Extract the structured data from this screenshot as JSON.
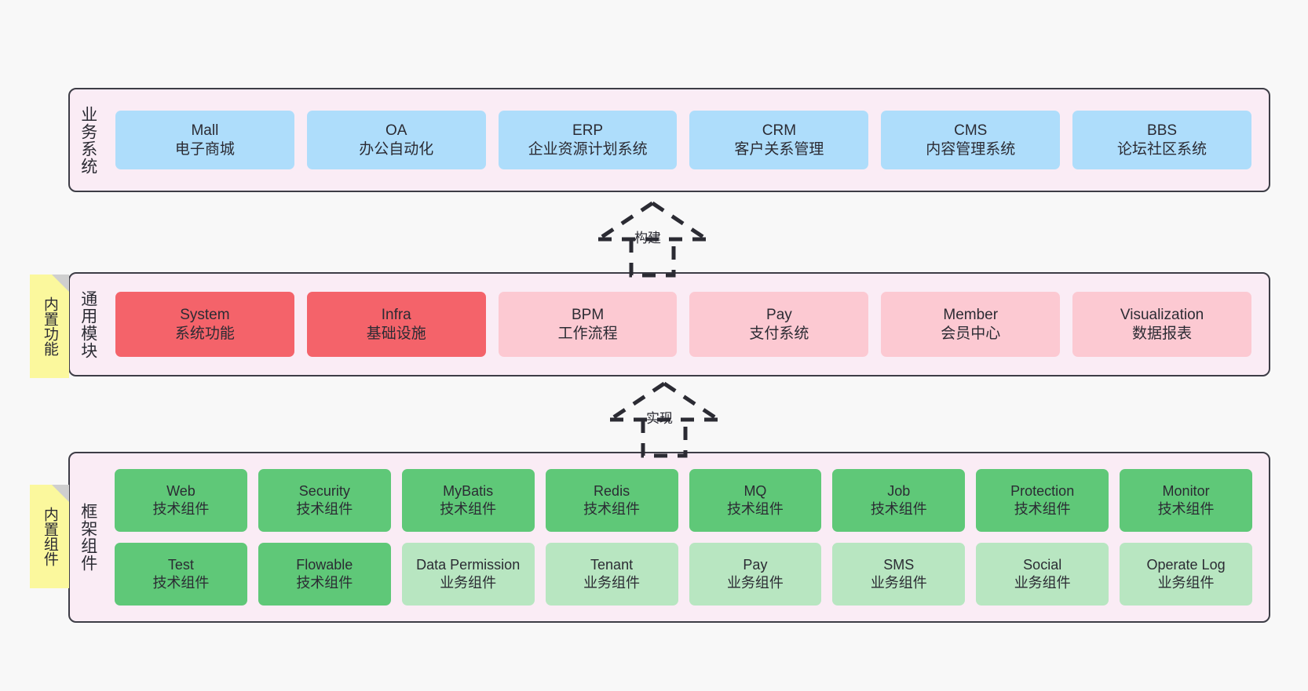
{
  "canvas": {
    "background": "#f8f8f8"
  },
  "palette": {
    "container_fill": "#faecf5",
    "container_border": "#3d3d46",
    "blue": "#aeddfb",
    "red": "#f4636a",
    "pink": "#fcc9d2",
    "green": "#5fc878",
    "light_green": "#b8e6c1",
    "sticky_yellow": "#fbf89d",
    "sticky_fold": "#cfcfcf"
  },
  "layers": [
    {
      "id": "business",
      "title": "业务系统",
      "cards": [
        {
          "name": "Mall",
          "desc": "电子商城"
        },
        {
          "name": "OA",
          "desc": "办公自动化"
        },
        {
          "name": "ERP",
          "desc": "企业资源计划系统"
        },
        {
          "name": "CRM",
          "desc": "客户关系管理"
        },
        {
          "name": "CMS",
          "desc": "内容管理系统"
        },
        {
          "name": "BBS",
          "desc": "论坛社区系统"
        }
      ]
    },
    {
      "id": "common",
      "title": "通用模块",
      "sticky": "内置功能",
      "cards": [
        {
          "name": "System",
          "desc": "系统功能",
          "style": "red"
        },
        {
          "name": "Infra",
          "desc": "基础设施",
          "style": "red"
        },
        {
          "name": "BPM",
          "desc": "工作流程",
          "style": "pink"
        },
        {
          "name": "Pay",
          "desc": "支付系统",
          "style": "pink"
        },
        {
          "name": "Member",
          "desc": "会员中心",
          "style": "pink"
        },
        {
          "name": "Visualization",
          "desc": "数据报表",
          "style": "pink"
        }
      ]
    },
    {
      "id": "framework",
      "title": "框架组件",
      "sticky": "内置组件",
      "row1": [
        {
          "name": "Web",
          "desc": "技术组件",
          "style": "green"
        },
        {
          "name": "Security",
          "desc": "技术组件",
          "style": "green"
        },
        {
          "name": "MyBatis",
          "desc": "技术组件",
          "style": "green"
        },
        {
          "name": "Redis",
          "desc": "技术组件",
          "style": "green"
        },
        {
          "name": "MQ",
          "desc": "技术组件",
          "style": "green"
        },
        {
          "name": "Job",
          "desc": "技术组件",
          "style": "green"
        },
        {
          "name": "Protection",
          "desc": "技术组件",
          "style": "green"
        },
        {
          "name": "Monitor",
          "desc": "技术组件",
          "style": "green"
        }
      ],
      "row2": [
        {
          "name": "Test",
          "desc": "技术组件",
          "style": "green"
        },
        {
          "name": "Flowable",
          "desc": "技术组件",
          "style": "green"
        },
        {
          "name": "Data Permission",
          "desc": "业务组件",
          "style": "light_green"
        },
        {
          "name": "Tenant",
          "desc": "业务组件",
          "style": "light_green"
        },
        {
          "name": "Pay",
          "desc": "业务组件",
          "style": "light_green"
        },
        {
          "name": "SMS",
          "desc": "业务组件",
          "style": "light_green"
        },
        {
          "name": "Social",
          "desc": "业务组件",
          "style": "light_green"
        },
        {
          "name": "Operate Log",
          "desc": "业务组件",
          "style": "light_green"
        }
      ]
    }
  ],
  "connectors": [
    {
      "id": "build",
      "label": "构建",
      "style": "dashed-hollow-arrow-up"
    },
    {
      "id": "impl",
      "label": "实现",
      "style": "dashed-hollow-arrow-up"
    }
  ]
}
